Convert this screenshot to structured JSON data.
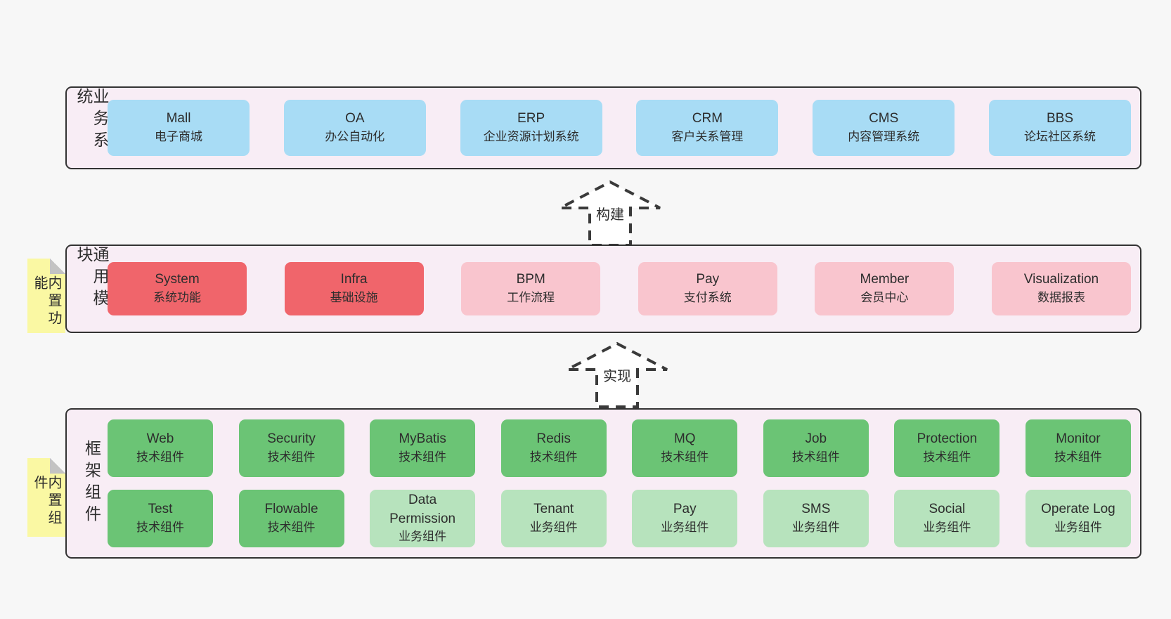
{
  "colors": {
    "page_bg": "#f7f7f7",
    "band_bg": "#f8edf5",
    "band_border": "#333333",
    "blue_box": "#a8dcf5",
    "red_box": "#f0656b",
    "pink_box": "#f9c5ce",
    "green_box": "#6bc475",
    "light_green_box": "#b7e3bd",
    "sticky_yellow": "#faf8a3",
    "fold_gray": "#c3c3c3",
    "text": "#2d2d2d"
  },
  "arrows": [
    {
      "label": "构建"
    },
    {
      "label": "实现"
    }
  ],
  "sections": {
    "business": {
      "label": "业务系统",
      "boxes": [
        {
          "en": "Mall",
          "zh": "电子商城"
        },
        {
          "en": "OA",
          "zh": "办公自动化"
        },
        {
          "en": "ERP",
          "zh": "企业资源计划系统"
        },
        {
          "en": "CRM",
          "zh": "客户关系管理"
        },
        {
          "en": "CMS",
          "zh": "内容管理系统"
        },
        {
          "en": "BBS",
          "zh": "论坛社区系统"
        }
      ]
    },
    "modules": {
      "sticky": "内置功能",
      "label": "通用模块",
      "boxes": [
        {
          "en": "System",
          "zh": "系统功能",
          "variant": "red"
        },
        {
          "en": "Infra",
          "zh": "基础设施",
          "variant": "red"
        },
        {
          "en": "BPM",
          "zh": "工作流程",
          "variant": "pink"
        },
        {
          "en": "Pay",
          "zh": "支付系统",
          "variant": "pink"
        },
        {
          "en": "Member",
          "zh": "会员中心",
          "variant": "pink"
        },
        {
          "en": "Visualization",
          "zh": "数据报表",
          "variant": "pink"
        }
      ]
    },
    "components": {
      "sticky": "内置组件",
      "label": "框架组件",
      "row1": [
        {
          "en": "Web",
          "zh": "技术组件",
          "variant": "green"
        },
        {
          "en": "Security",
          "zh": "技术组件",
          "variant": "green"
        },
        {
          "en": "MyBatis",
          "zh": "技术组件",
          "variant": "green"
        },
        {
          "en": "Redis",
          "zh": "技术组件",
          "variant": "green"
        },
        {
          "en": "MQ",
          "zh": "技术组件",
          "variant": "green"
        },
        {
          "en": "Job",
          "zh": "技术组件",
          "variant": "green"
        },
        {
          "en": "Protection",
          "zh": "技术组件",
          "variant": "green"
        },
        {
          "en": "Monitor",
          "zh": "技术组件",
          "variant": "green"
        }
      ],
      "row2": [
        {
          "en": "Test",
          "zh": "技术组件",
          "variant": "green"
        },
        {
          "en": "Flowable",
          "zh": "技术组件",
          "variant": "green"
        },
        {
          "en": "Data Permission",
          "zh": "业务组件",
          "variant": "green-light"
        },
        {
          "en": "Tenant",
          "zh": "业务组件",
          "variant": "green-light"
        },
        {
          "en": "Pay",
          "zh": "业务组件",
          "variant": "green-light"
        },
        {
          "en": "SMS",
          "zh": "业务组件",
          "variant": "green-light"
        },
        {
          "en": "Social",
          "zh": "业务组件",
          "variant": "green-light"
        },
        {
          "en": "Operate Log",
          "zh": "业务组件",
          "variant": "green-light"
        }
      ]
    }
  }
}
